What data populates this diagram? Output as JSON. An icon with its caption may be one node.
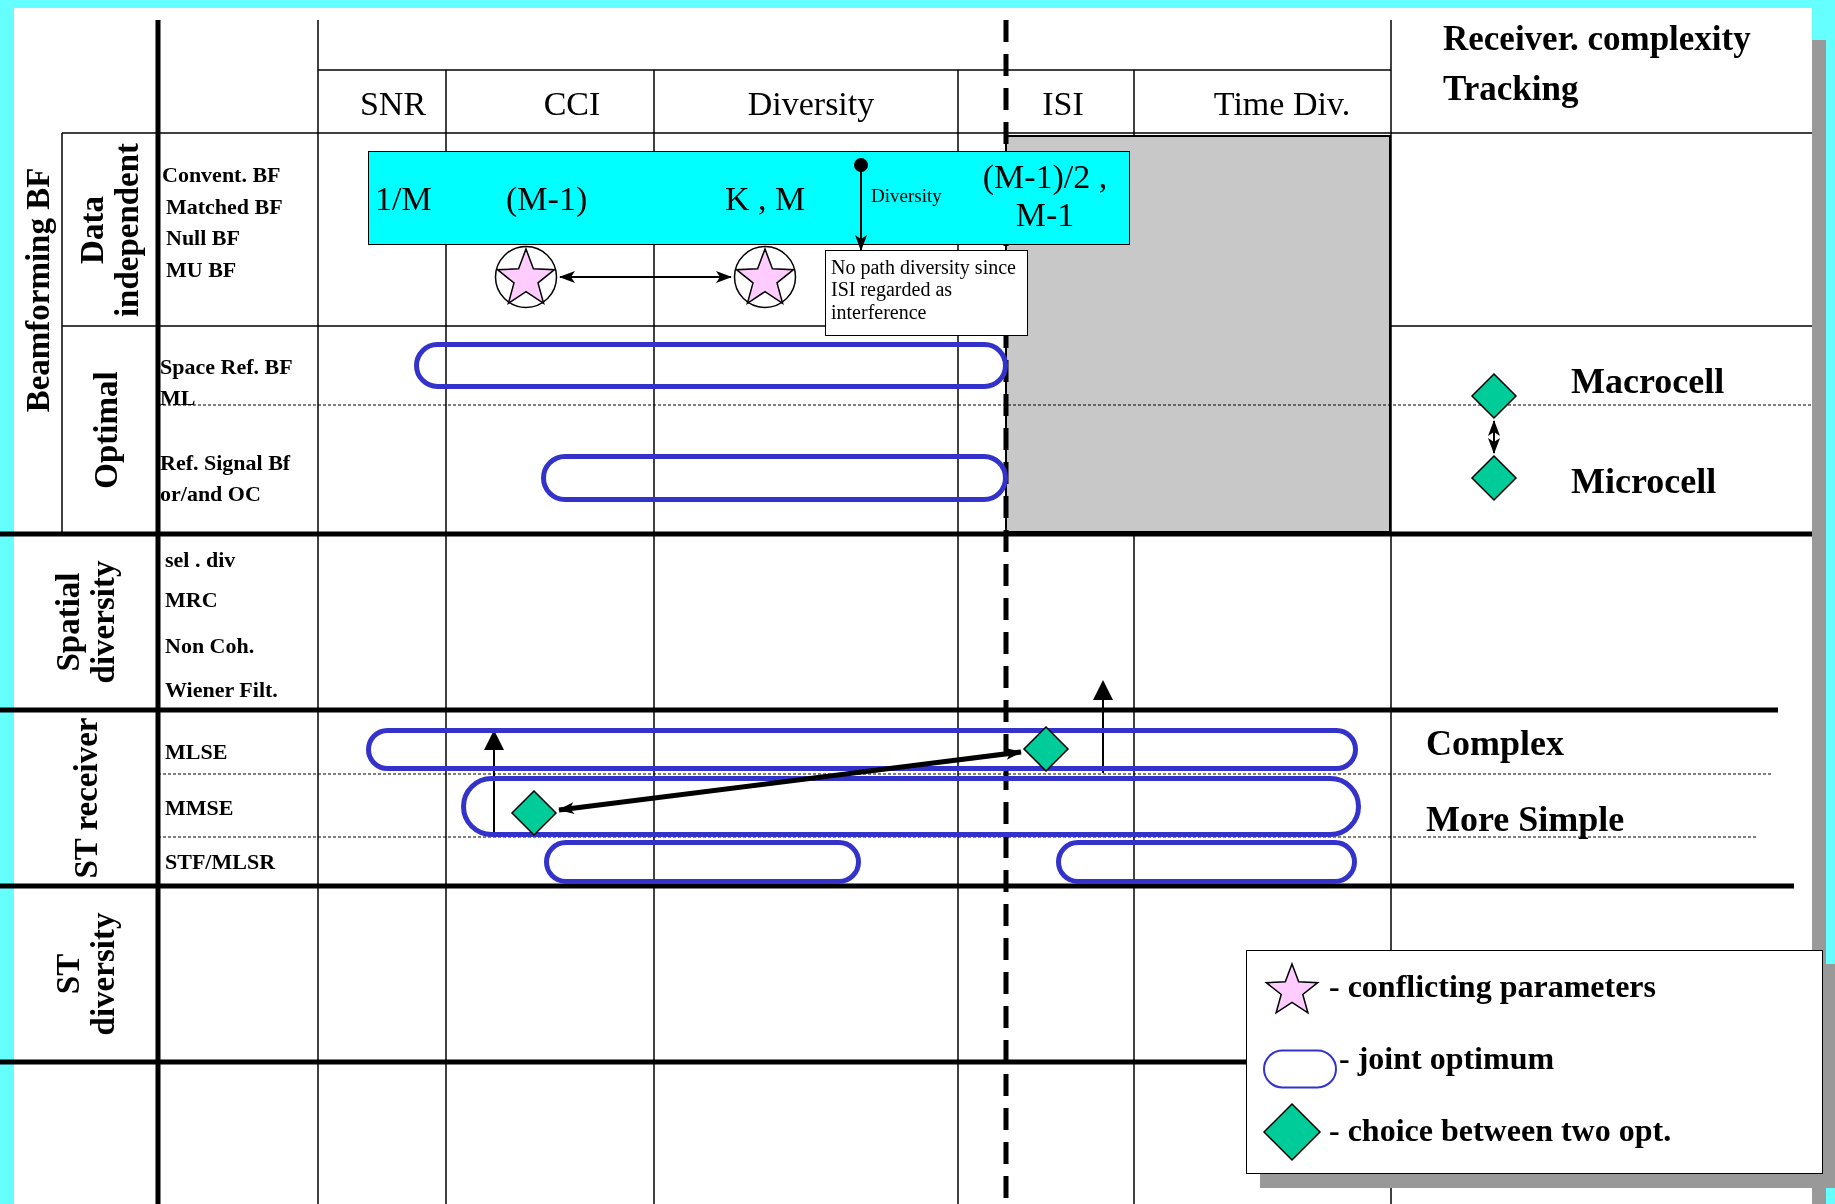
{
  "diagram": {
    "nodes": [
      {
        "text": [
          "1/M",
          "(M-1)",
          "K , M",
          "Diversity",
          "(M-1)/2 , M-1"
        ]
      },
      {
        "text": [
          "No path diversity since ISI regarded as interference"
        ]
      },
      {
        "text": [],
        "shape": "star"
      },
      {
        "text": [],
        "shape": "star"
      },
      {
        "text": [],
        "shape": "oval"
      },
      {
        "text": [],
        "shape": "diamond",
        "beside": [
          "Macrocell"
        ]
      },
      {
        "text": [],
        "shape": "oval"
      },
      {
        "text": [],
        "shape": "diamond",
        "beside": [
          "Microcell"
        ]
      },
      {
        "text": [],
        "shape": "oval"
      },
      {
        "text": [],
        "shape": "diamond",
        "in": 8
      },
      {
        "text": [],
        "shape": "oval"
      },
      {
        "text": [],
        "shape": "diamond",
        "in": 10
      },
      {
        "text": [],
        "shape": "oval"
      },
      {
        "text": [],
        "shape": "oval"
      }
    ],
    "edges": [
      {
        "from": 0,
        "to": 1,
        "arrow": "to"
      },
      {
        "from": 2,
        "to": 3,
        "arrow": "both"
      },
      {
        "from": 5,
        "to": 7,
        "arrow": "both"
      },
      {
        "from": 11,
        "to": 9,
        "arrow": "both",
        "style": "thick"
      }
    ],
    "labels": [
      "SNR",
      "CCI",
      "Diversity",
      "ISI",
      "Time Div.",
      "Receiver. complexity",
      "Tracking",
      "Beamforming BF",
      "Data independent",
      "Convent. BF",
      "Matched BF",
      "Null BF",
      "MU BF",
      "Optimal",
      "Space Ref. BF",
      "ML",
      "Ref. Signal Bf",
      "or/and OC",
      "Spatial diversity",
      "sel . div",
      "MRC",
      "Non Coh.",
      "Wiener Filt.",
      "ST receiver",
      "MLSE",
      "Complex",
      "MMSE",
      "More Simple",
      "STF/MLSR",
      "ST diversity"
    ],
    "legend": [
      {
        "text": "- conflicting parameters"
      },
      {
        "text": "- joint optimum"
      },
      {
        "text": "- choice between two opt."
      }
    ]
  }
}
